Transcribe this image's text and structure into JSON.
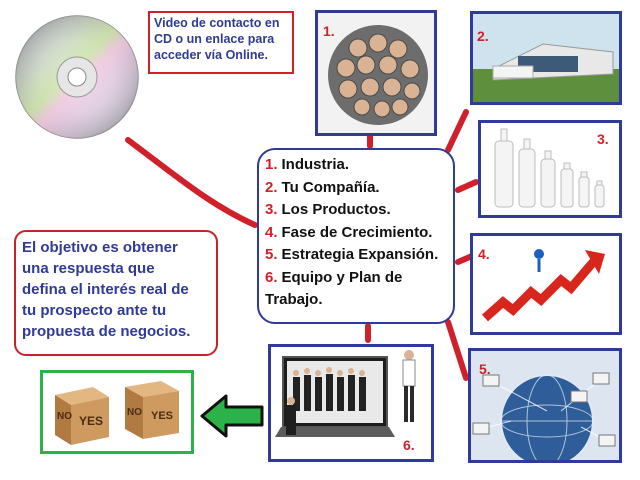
{
  "video_note": {
    "lines": [
      "Video de contacto en",
      "CD o un enlace para",
      "acceder vía Online."
    ]
  },
  "center_list": {
    "items": [
      {
        "num": "1.",
        "text": "Industria."
      },
      {
        "num": "2.",
        "text": "Tu Compañía."
      },
      {
        "num": "3.",
        "text": "Los Productos."
      },
      {
        "num": "4.",
        "text": "Fase de Crecimiento."
      },
      {
        "num": "5.",
        "text": "Estrategia Expansión."
      },
      {
        "num": "6.",
        "text": "Equipo y Plan de Trabajo."
      }
    ]
  },
  "objective_note": {
    "lines": [
      "El objetivo es obtener",
      "una respuesta que",
      "defina el interés real de",
      "tu prospecto ante tu",
      "propuesta de negocios."
    ]
  },
  "frames": {
    "people_globe": {
      "label": "1."
    },
    "building": {
      "label": "2."
    },
    "bottles": {
      "label": "3."
    },
    "growth_arrow": {
      "label": "4."
    },
    "network_globe": {
      "label": "5."
    },
    "team_laptop": {
      "label": "6."
    }
  },
  "dice": {
    "faces": [
      "NO",
      "YES",
      "NO",
      "YES"
    ]
  },
  "colors": {
    "accent_red": "#d0212a",
    "frame_blue": "#2f3a99",
    "arrow_green": "#2bb34a",
    "dice_frame_green": "#2bb34a"
  }
}
